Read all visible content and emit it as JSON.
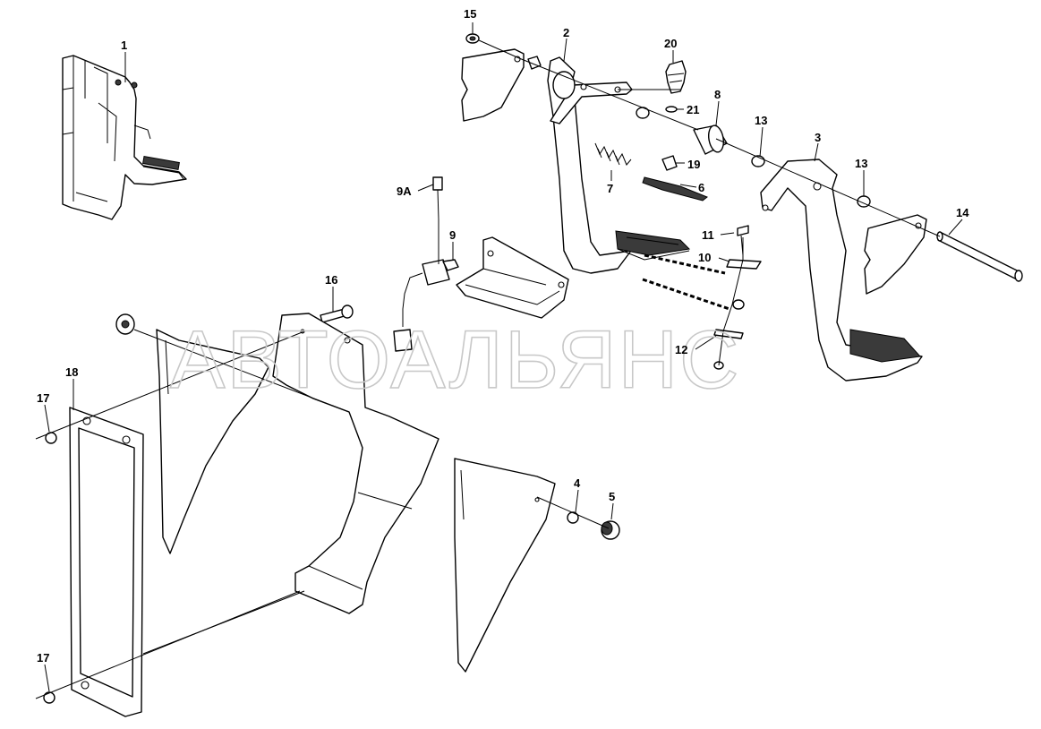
{
  "watermark": "АВТОАЛЬЯНС",
  "callouts": {
    "c1": "1",
    "c2": "2",
    "c3": "3",
    "c4": "4",
    "c5": "5",
    "c6": "6",
    "c7": "7",
    "c8": "8",
    "c9": "9",
    "c9a": "9A",
    "c10": "10",
    "c11": "11",
    "c12": "12",
    "c13a": "13",
    "c13b": "13",
    "c14": "14",
    "c15": "15",
    "c16": "16",
    "c17a": "17",
    "c17b": "17",
    "c18": "18",
    "c19": "19",
    "c20": "20",
    "c21": "21"
  },
  "icons": {
    "pedal_tread": "pedal-tread-icon",
    "spring": "spring-icon",
    "switch": "switch-icon"
  }
}
